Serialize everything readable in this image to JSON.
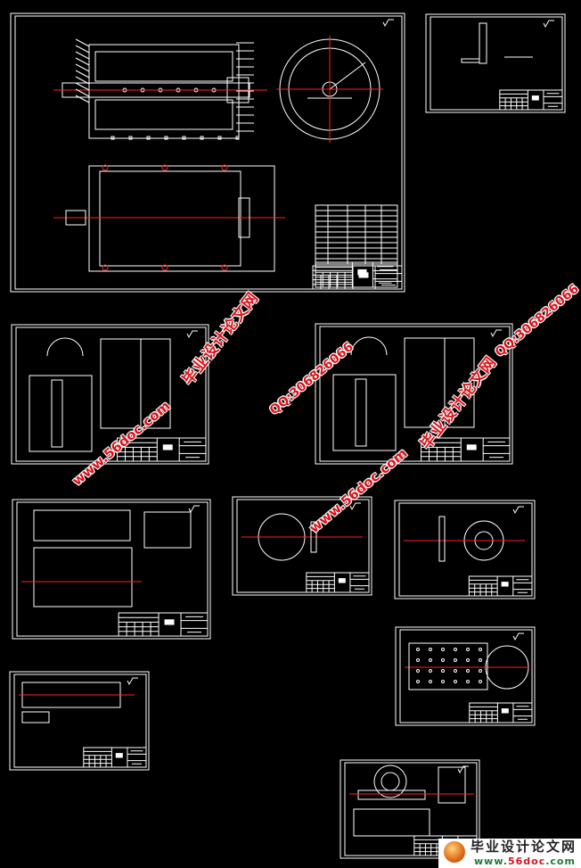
{
  "drawing_set": {
    "background": "#000000",
    "line_color": "#ffffff",
    "centerline_color": "#ff2020",
    "sheet_count": 10
  },
  "watermarks": {
    "site_cn": "毕业设计论文网",
    "site_url": "www.56doc.com",
    "qq": "QQ:306826066",
    "color": "#d8141b"
  },
  "logo": {
    "cn": "毕业设计论文网",
    "url_prefix": "www.",
    "url_mid": "56doc",
    "url_suffix": ".com"
  }
}
